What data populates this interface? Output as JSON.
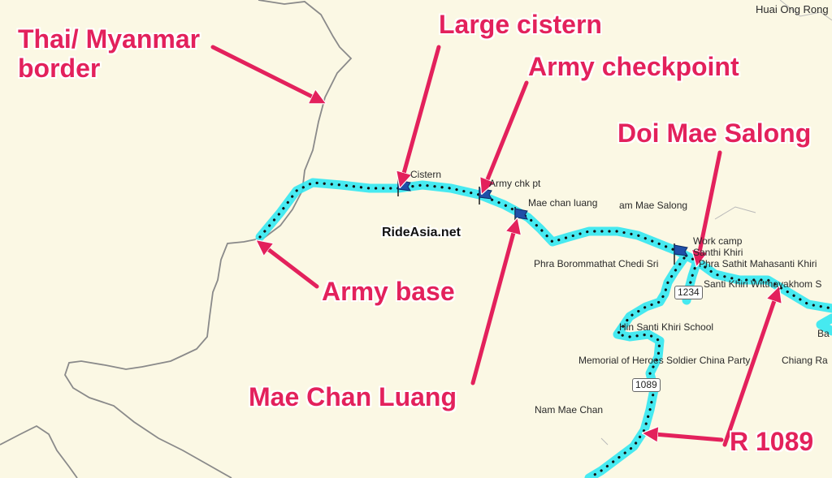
{
  "colors": {
    "background": "#fbf8e4",
    "border_line": "#8a8a8a",
    "track_glow": "#33e8f2",
    "track_dots": "#111111",
    "callout_text": "#e3215c",
    "arrow": "#e3215c",
    "flag": "#1f4fa8"
  },
  "callouts": {
    "border": [
      "Thai/ Myanmar",
      "border"
    ],
    "cistern": "Large cistern",
    "checkpoint": "Army checkpoint",
    "doi_mae_salong": "Doi Mae Salong",
    "army_base": "Army base",
    "mae_chan_luang": "Mae Chan Luang",
    "r1089": "R 1089"
  },
  "watermark": "RideAsia.net",
  "map_labels": {
    "huai_ong_rong": "Huai Ong Rong",
    "cistern": "Cistern",
    "army_chk_pt": "Army chk pt",
    "mae_chan_luang": "Mae chan luang",
    "nam_mae_salong": "am Mae Salong",
    "work_camp": "Work camp",
    "chedi": "Phra Borommathat Chedi Sri",
    "santhi_khiri": "Santhi Khiri",
    "phra_sathit": "Phra Sathit Mahasanti Khiri",
    "santi_khiri_witthaya": "Santi Khiri Witthayakhom S",
    "khiri_school": "Hin Santi Khiri School",
    "memorial": "Memorial of Heroes Soldier China Party",
    "chiang_ra": "Chiang Ra",
    "ba": "Ba",
    "nam_mae_chan": "Nam Mae Chan"
  },
  "road_shields": {
    "shield_a": "1234",
    "shield_b": "1089"
  },
  "icons": [
    "flag-marker-icon",
    "arrow-icon"
  ]
}
